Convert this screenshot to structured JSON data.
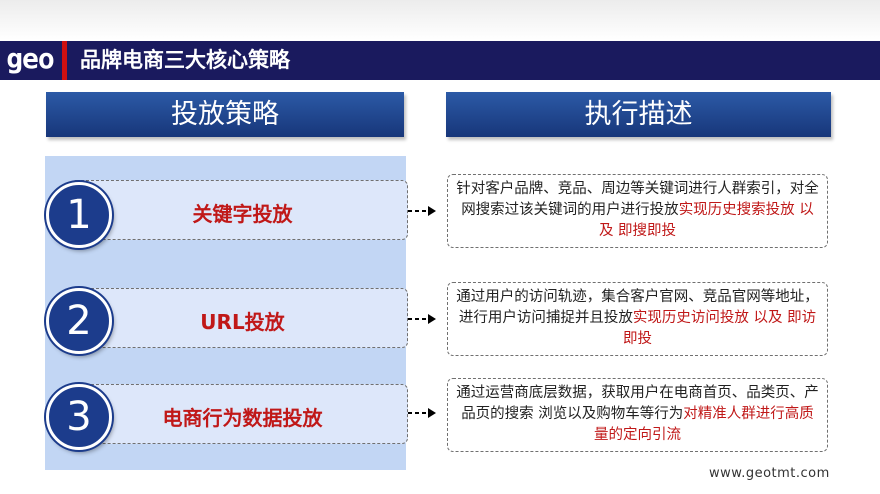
{
  "logo": "geo",
  "title": "品牌电商三大核心策略",
  "headers": {
    "left": "投放策略",
    "right": "执行描述"
  },
  "strategies": [
    {
      "number": "1",
      "label": "关键字投放",
      "desc_normal": "针对客户品牌、竞品、周边等关键词进行人群索引，对全网搜索过该关键词的用户进行投放",
      "desc_highlight": "实现历史搜索投放 以及 即搜即投"
    },
    {
      "number": "2",
      "label": "URL投放",
      "desc_normal": "通过用户的访问轨迹，集合客户官网、竞品官网等地址，进行用户访问捕捉并且投放",
      "desc_highlight": "实现历史访问投放 以及 即访即投"
    },
    {
      "number": "3",
      "label": "电商行为数据投放",
      "desc_normal": "通过运营商底层数据，获取用户在电商首页、品类页、产品页的搜索 浏览以及购物车等行为",
      "desc_highlight": "对精准人群进行高质量的定向引流"
    }
  ],
  "footer": "www.geotmt.com",
  "colors": {
    "title_bar": "#1a1a5e",
    "accent_red": "#d01010",
    "header_blue": "#1f4a96",
    "panel": "#c2d6f4",
    "highlight_text": "#c01818"
  },
  "icons": {
    "arrow": "dashed-arrow-right"
  }
}
